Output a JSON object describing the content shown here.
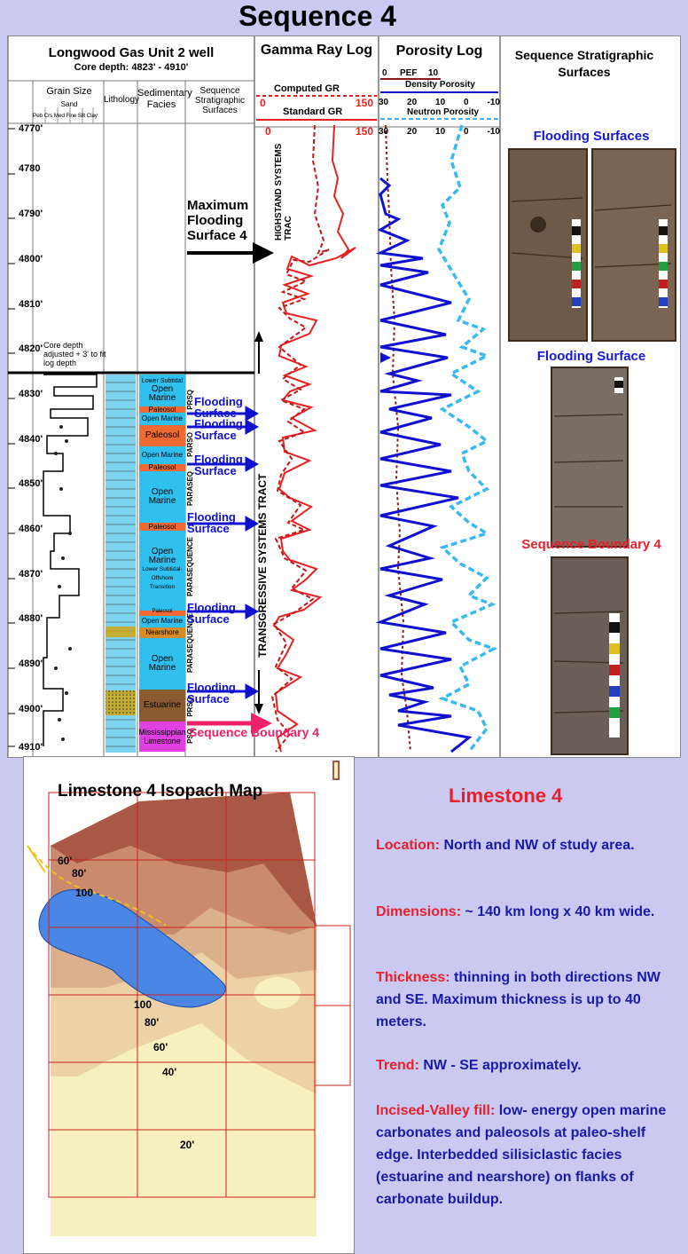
{
  "title": "Sequence 4",
  "log_header": {
    "well": "Longwood Gas Unit 2 well",
    "core_depth": "Core depth:  4823' - 4910'",
    "grain_size": "Grain Size",
    "sand": "Sand",
    "grain_cols": "Peb Crs Med Fine Silt Clay",
    "lithology": "Lithology",
    "sedimentary_facies": "Sedimentary Facies",
    "sequence_surfaces": "Sequence Stratigraphic Surfaces"
  },
  "gamma": {
    "title": "Gamma Ray Log",
    "computed": "Computed  GR",
    "standard": "Standard GR",
    "min": "0",
    "max": "150"
  },
  "porosity": {
    "title": "Porosity Log",
    "pef": "PEF",
    "pef_min": "0",
    "pef_max": "10",
    "density": "Density Porosity",
    "neutron": "Neutron Porosity",
    "scale": [
      "30",
      "20",
      "10",
      "0",
      "-10"
    ]
  },
  "surfaces_heading": "Sequence Stratigraphic Surfaces",
  "depths": [
    "4770'",
    "4780",
    "4790'",
    "4800'",
    "4810'",
    "4820'",
    "4830'",
    "4840'",
    "4850'",
    "4860'",
    "4870'",
    "4880'",
    "4890'",
    "4900'",
    "4910'"
  ],
  "core_note": "Core depth adjusted + 3' to fit log depth",
  "facies": {
    "lower_subtidal_1": "Lower Subtidal",
    "open_marine_1": "Open Marine",
    "paleosol_1": "Paleosol",
    "open_marine_2": "Open Marine",
    "paleosol_2": "Paleosol",
    "open_marine_3": "Open Marine",
    "paleosol_3": "Paleosol",
    "open_marine_4": "Open Marine",
    "paleosol_4": "Paleosol",
    "open_marine_5": "Open Marine",
    "lower_subtidal_2": "Lower Subtidal-Offshore Transition",
    "paleosol_5": "Paleosol",
    "open_marine_6": "Open Marine",
    "nearshore": "Nearshore",
    "open_marine_7": "Open Marine",
    "estuarine": "Estuarine",
    "mississippian": "Mississippian Limestone"
  },
  "seq_codes": {
    "p1": "PRSQ",
    "p2": "PARSO",
    "p3": "PARASEQ",
    "p4": "PARASEQUENCE",
    "p5": "PARASEQUENCE",
    "p6": "PARASEQUENCE",
    "p7": "PRSQ",
    "p8": "PSQ"
  },
  "mfs_label": "Maximum Flooding Surface 4",
  "flooding_surface": "Flooding Surface",
  "sequence_boundary_label": "Sequence Boundary 4",
  "systems_tracts": {
    "highstand": "HIGHSTAND SYSTEMS TRAC",
    "transgressive": "TRANSGRESSIVE  SYSTEMS  TRACT"
  },
  "photo_labels": {
    "flooding_surfaces": "Flooding Surfaces",
    "flooding_surface": "Flooding Surface",
    "sequence_boundary": "Sequence Boundary 4"
  },
  "map": {
    "title": "Limestone 4 Isopach  Map",
    "contours": [
      "60'",
      "80'",
      "100",
      "100",
      "80'",
      "60'",
      "40'",
      "20'"
    ]
  },
  "summary": {
    "heading": "Limestone 4",
    "location_label": "Location:",
    "location_text": "North and NW of study area.",
    "dimensions_label": "Dimensions:",
    "dimensions_text": "~ 140 km long x 40 km wide.",
    "thickness_label": "Thickness:",
    "thickness_text": "thinning in both directions NW and SE. Maximum thickness is up to 40 meters.",
    "trend_label": "Trend:",
    "trend_text": "NW - SE approximately.",
    "incised_label": "Incised-Valley fill:",
    "incised_text": "low- energy open marine carbonates and paleosols at paleo-shelf edge. Interbedded  silisiclastic facies (estuarine and nearshore) on flanks of carbonate buildup."
  },
  "colors": {
    "open_marine": "#2fc0f0",
    "paleosol": "#ee6a32",
    "nearshore": "#d88a28",
    "estuarine": "#8a5a30",
    "mississippian": "#e040e0",
    "flooding": "#1010d0",
    "boundary": "#f0206a"
  }
}
